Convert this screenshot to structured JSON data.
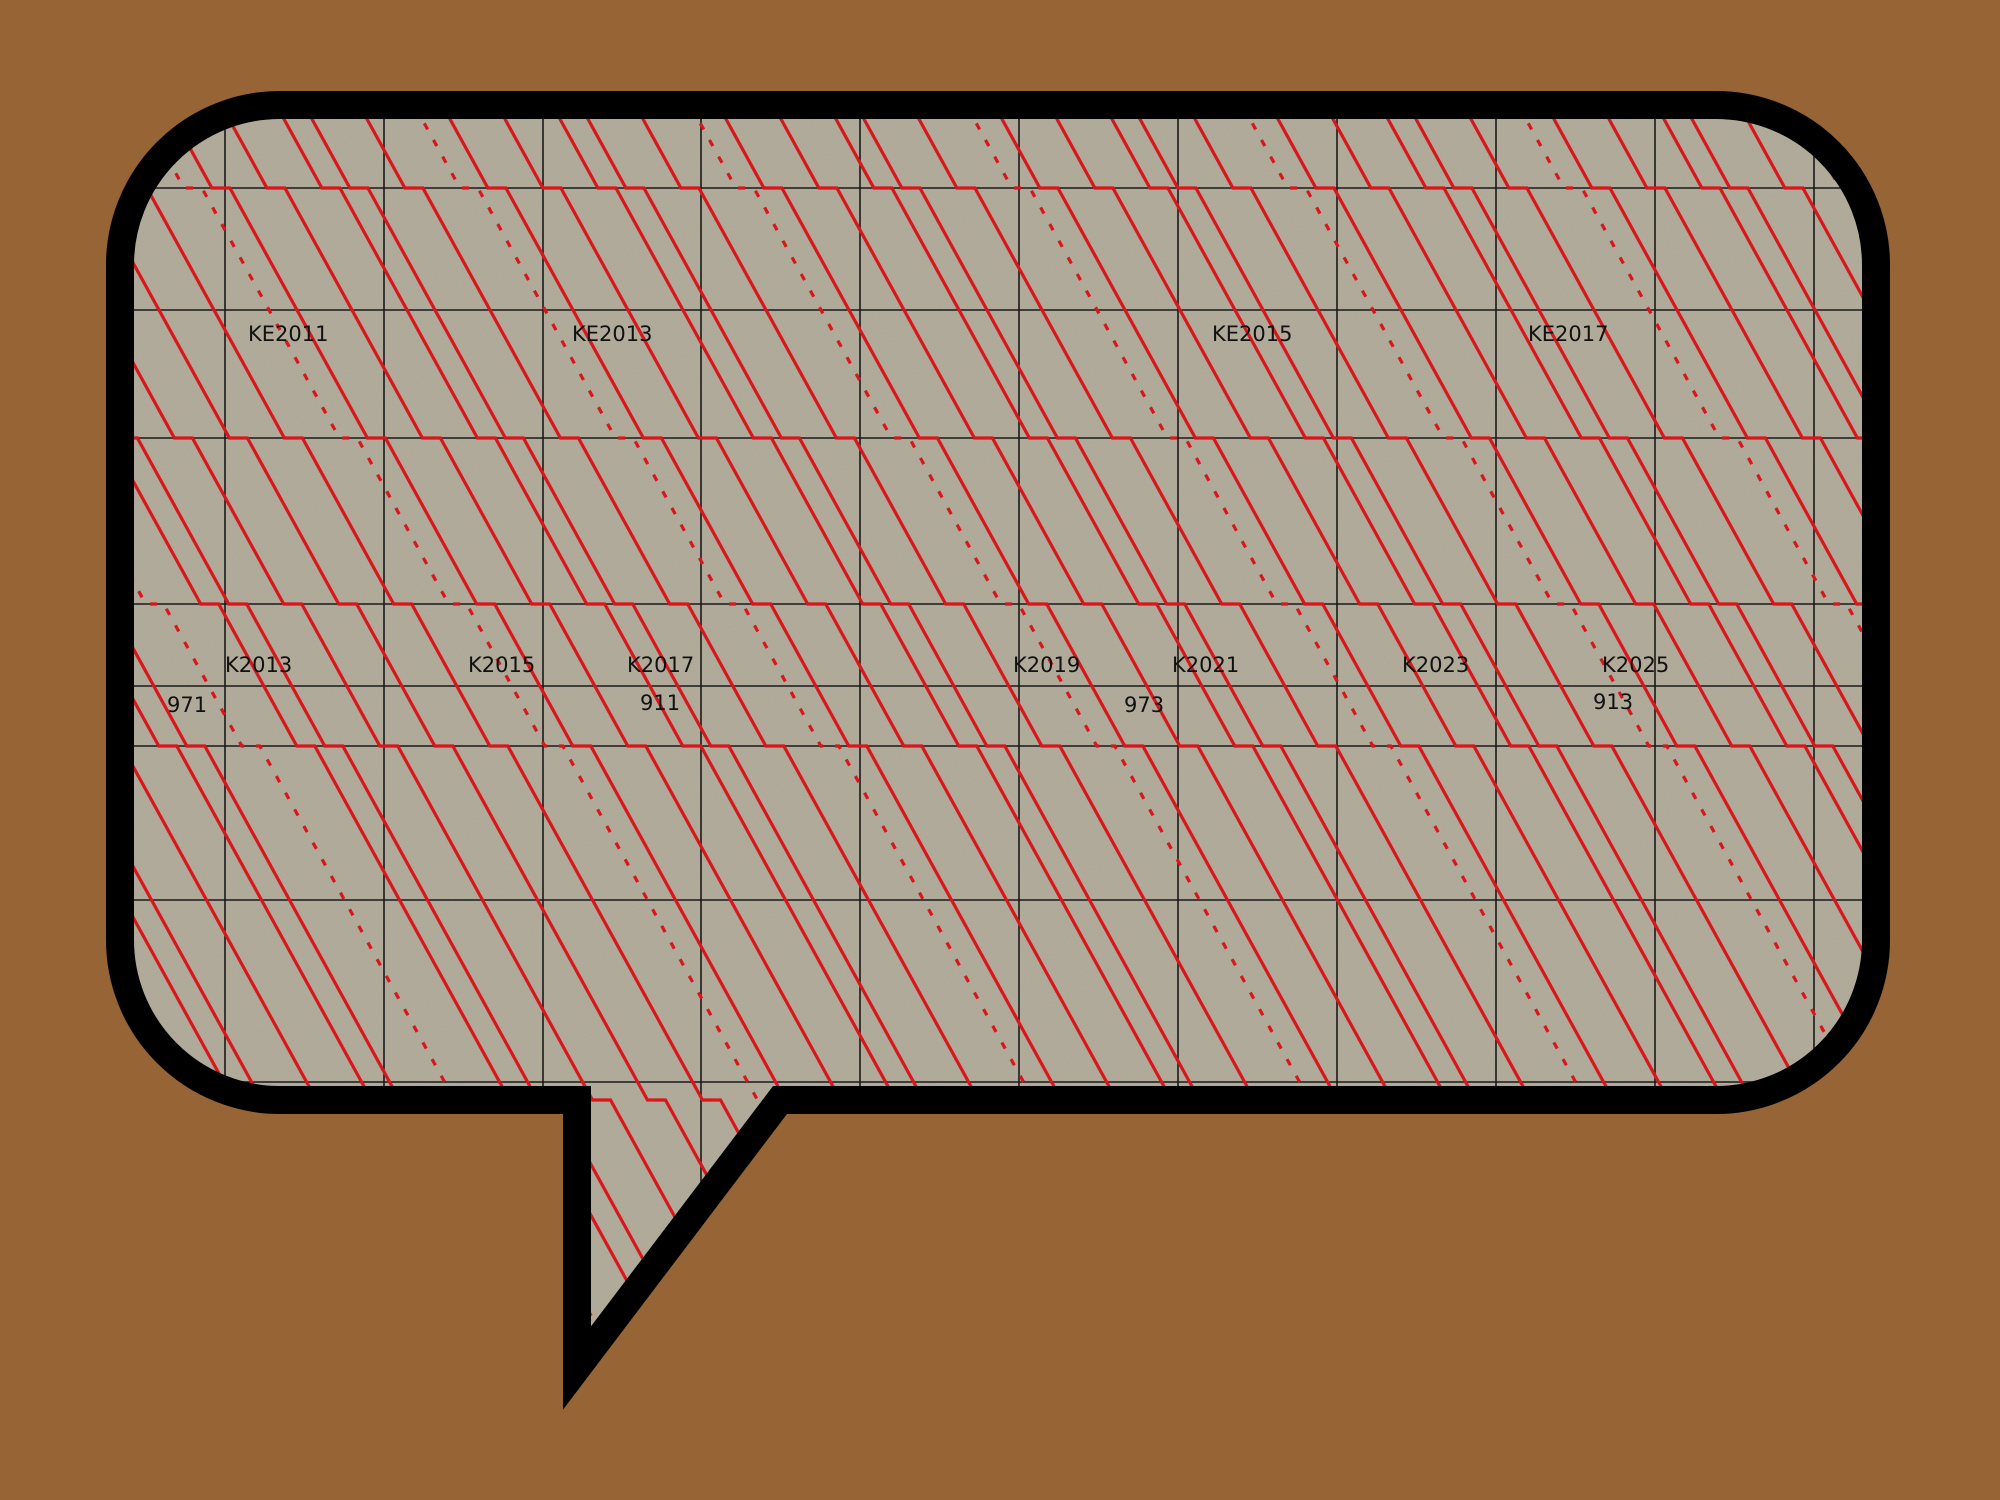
{
  "colors": {
    "background": "#966435",
    "paper": "#b5ae9c",
    "grid": "#1a1a1a",
    "train": "#d8161b",
    "outline": "#000000"
  },
  "labels": {
    "ke2011": "KE2011",
    "ke2013": "KE2013",
    "ke2015": "KE2015",
    "ke2017": "KE2017",
    "k2013": "K2013",
    "k2015": "K2015",
    "k2017": "K2017",
    "k2019": "K2019",
    "k2021": "K2021",
    "k2023": "K2023",
    "k2025": "K2025",
    "n971": "971",
    "n911": "911",
    "n973": "973",
    "n913": "913"
  }
}
